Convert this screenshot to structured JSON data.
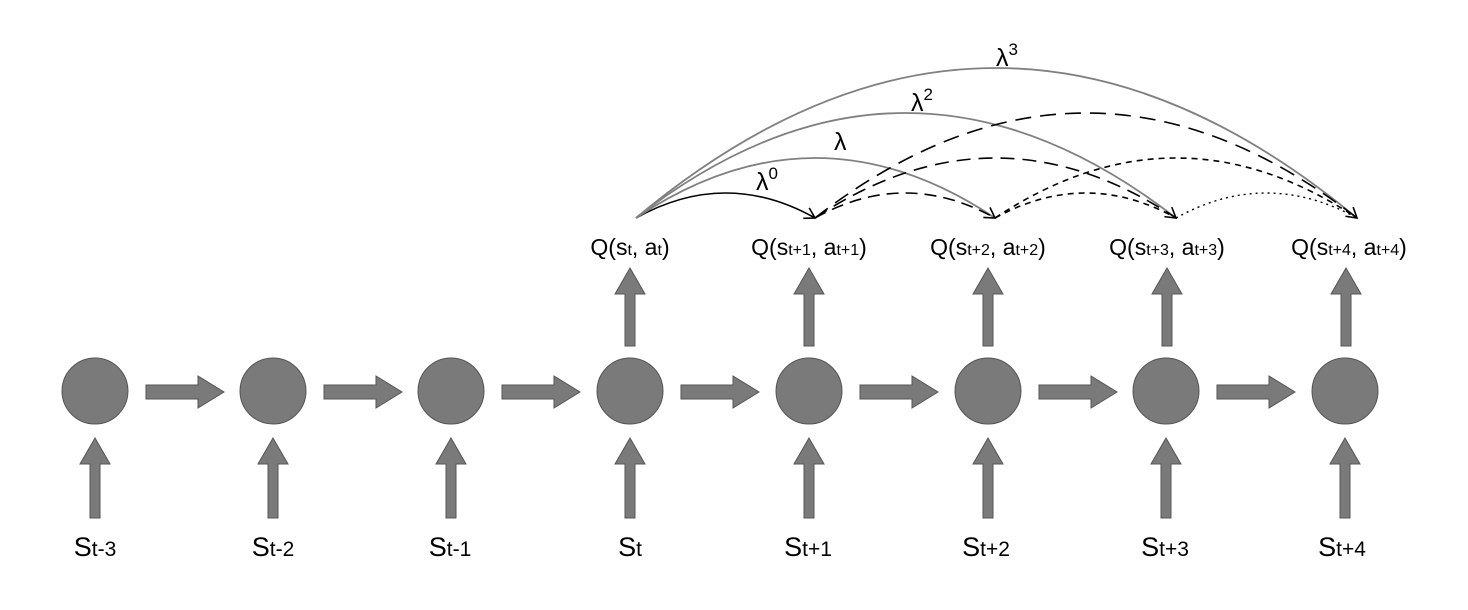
{
  "colors": {
    "node_fill": "#7a7a7a",
    "node_stroke": "#555555",
    "arrow_fill": "#7a7a7a",
    "lambda_arc": "#808080",
    "dashed_arc": "#000000"
  },
  "states": [
    {
      "base": "S",
      "sub": "t-3"
    },
    {
      "base": "S",
      "sub": "t-2"
    },
    {
      "base": "S",
      "sub": "t-1"
    },
    {
      "base": "S",
      "sub": "t"
    },
    {
      "base": "S",
      "sub": "t+1"
    },
    {
      "base": "S",
      "sub": "t+2"
    },
    {
      "base": "S",
      "sub": "t+3"
    },
    {
      "base": "S",
      "sub": "t+4"
    }
  ],
  "q_values": [
    {
      "prefix": "Q(s",
      "s_sub": "t",
      "mid": ", a",
      "a_sub": "t",
      "suffix": ")"
    },
    {
      "prefix": "Q(s",
      "s_sub": "t+1",
      "mid": ", a",
      "a_sub": "t+1",
      "suffix": ")"
    },
    {
      "prefix": "Q(s",
      "s_sub": "t+2",
      "mid": ", a",
      "a_sub": "t+2",
      "suffix": ")"
    },
    {
      "prefix": "Q(s",
      "s_sub": "t+3",
      "mid": ", a",
      "a_sub": "t+3",
      "suffix": ")"
    },
    {
      "prefix": "Q(s",
      "s_sub": "t+4",
      "mid": ", a",
      "a_sub": "t+4",
      "suffix": ")"
    }
  ],
  "lambdas": [
    {
      "base": "λ",
      "sup": "0"
    },
    {
      "base": "λ",
      "sup": ""
    },
    {
      "base": "λ",
      "sup": "2"
    },
    {
      "base": "λ",
      "sup": "3"
    }
  ]
}
